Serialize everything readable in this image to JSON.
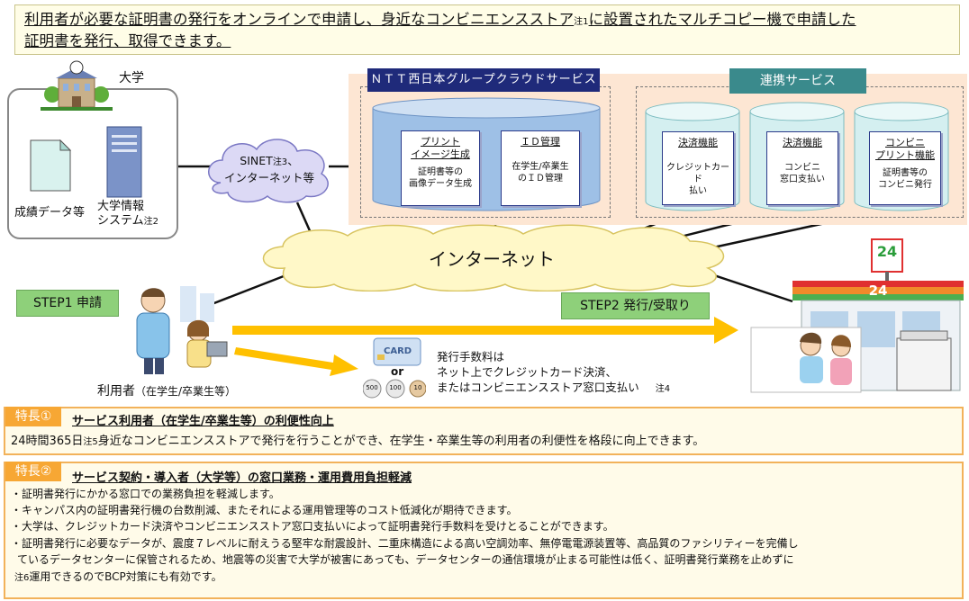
{
  "headline": {
    "line1_a": "利用者が必要な証明書の発行をオンラインで申請し、身近なコンビニエンスストア",
    "line1_note": "注1",
    "line1_b": "に設置されたマルチコピー機で申請した",
    "line2": "証明書を発行、取得できます。"
  },
  "university": {
    "label": "大学",
    "grades": "成績データ等",
    "system_1": "大学情報",
    "system_2": "システム",
    "system_note": "注2"
  },
  "sinet": {
    "line1": "SINET",
    "line1_note": "注3",
    "line1_comma": "、",
    "line2": "インターネット等"
  },
  "ntt": {
    "title": "ＮＴＴ西日本グループクラウドサービス",
    "print": {
      "t1": "プリント",
      "t2": "イメージ生成",
      "d1": "証明書等の",
      "d2": "画像データ生成"
    },
    "id": {
      "t": "ＩＤ管理",
      "d1": "在学生/卒業生",
      "d2": "のＩＤ管理"
    }
  },
  "partner": {
    "title": "連携サービス",
    "card": {
      "t": "決済機能",
      "d1": "クレジットカード",
      "d2": "払い"
    },
    "cvs": {
      "t": "決済機能",
      "d1": "コンビニ",
      "d2": "窓口支払い"
    },
    "cprint": {
      "t1": "コンビニ",
      "t2": "プリント機能",
      "d1": "証明書等の",
      "d2": "コンビニ発行"
    }
  },
  "internet": "インターネット",
  "store_sign": "24",
  "steps": {
    "step1": "STEP1 申請",
    "step2": "STEP2 発行/受取り"
  },
  "user": {
    "label": "利用者",
    "sub": "（在学生/卒業生等）"
  },
  "payment": {
    "card": "CARD",
    "or": "or",
    "coin500": "500",
    "coin100": "100",
    "coin10": "10",
    "line1": "発行手数料は",
    "line2": "ネット上でクレジットカード決済、",
    "line3": "またはコンビニエンスストア窓口支払い",
    "note": "注4"
  },
  "feature1": {
    "label": "特長①",
    "title": "サービス利用者（在学生/卒業生等）の利便性向上",
    "text_a": "24時間365日",
    "note": "注5",
    "text_b": "身近なコンビニエンスストアで発行を行うことができ、在学生・卒業生等の利用者の利便性を格段に向上できます。"
  },
  "feature2": {
    "label": "特長②",
    "title": "サービス契約・導入者（大学等）の窓口業務・運用費用負担軽減",
    "b1": "・証明書発行にかかる窓口での業務負担を軽減します。",
    "b2": "・キャンパス内の証明書発行機の台数削減、またそれによる運用管理等のコスト低減化が期待できます。",
    "b3": "・大学は、クレジットカード決済やコンビニエンスストア窓口支払いによって証明書発行手数料を受けとることができます。",
    "b4a": "・証明書発行に必要なデータが、震度７レベルに耐えうる堅牢な耐震設計、二重床構造による高い空調効率、無停電電源装置等、高品質のファシリティーを完備し",
    "b4b": "ているデータセンターに保管されるため、地震等の災害で大学が被害にあっても、データセンターの通信環境が止まる可能性は低く、証明書発行業務を止めずに",
    "b4c_note": "注6",
    "b4c": "運用できるのでBCP対策にも有効です。"
  }
}
